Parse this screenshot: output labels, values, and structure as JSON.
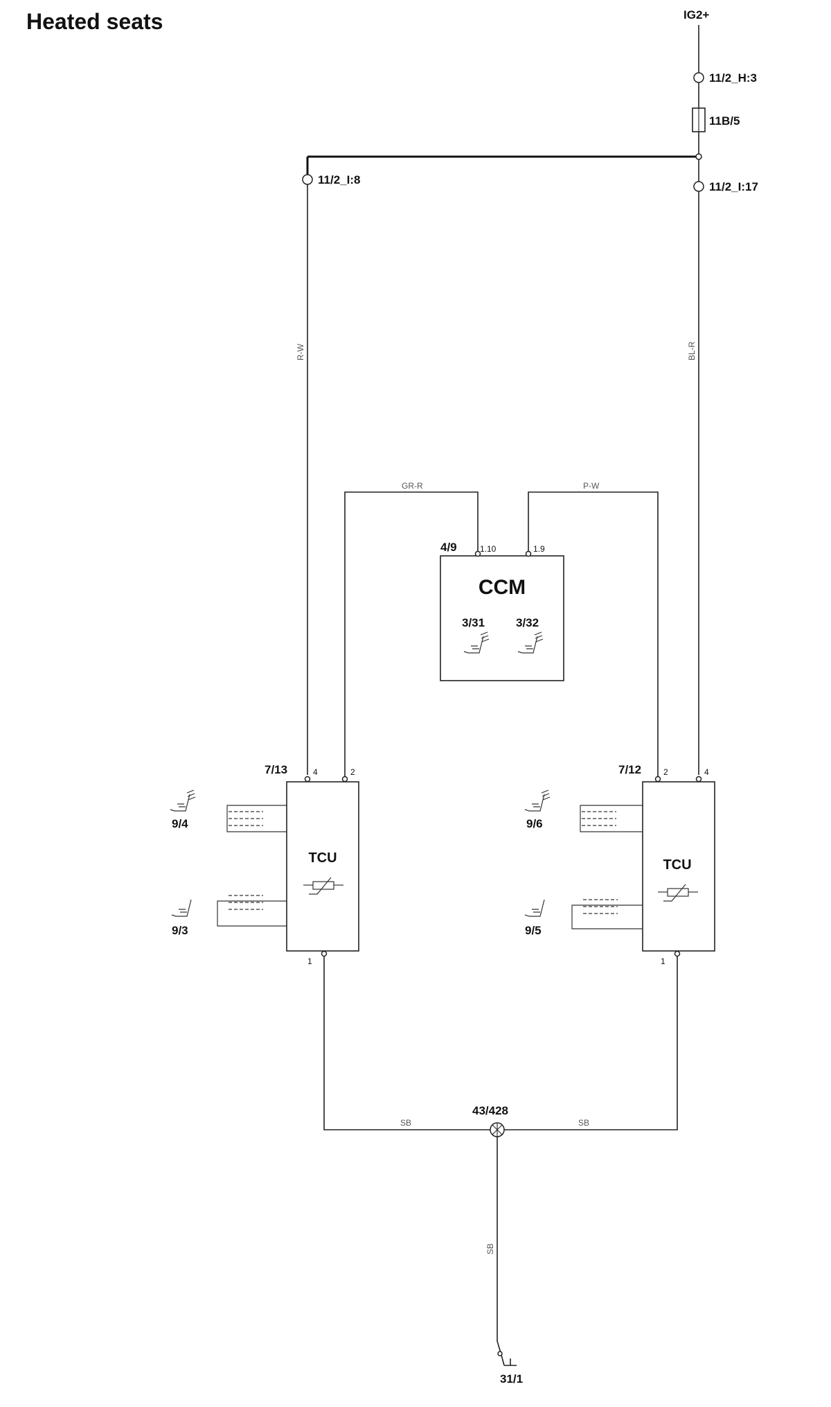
{
  "title": "Heated seats",
  "supply": {
    "label": "IG2+"
  },
  "connectors": {
    "c_h3": "11/2_H:3",
    "fuse": "11B/5",
    "c_i8": "11/2_I:8",
    "c_i17": "11/2_I:17"
  },
  "wires": {
    "left_feed": "R-W",
    "right_feed": "BL-R",
    "left_signal": "GR-R",
    "right_signal": "P-W",
    "ground_left": "SB",
    "ground_right": "SB",
    "ground_main": "SB"
  },
  "ccm": {
    "ref": "4/9",
    "name": "CCM",
    "pin_left": "1.10",
    "pin_right": "1.9",
    "switch_left": "3/31",
    "switch_right": "3/32"
  },
  "tcu_left": {
    "ref": "7/13",
    "name": "TCU",
    "pin_feed": "4",
    "pin_signal": "2",
    "pin_ground": "1",
    "backrest": "9/4",
    "cushion": "9/3"
  },
  "tcu_right": {
    "ref": "7/12",
    "name": "TCU",
    "pin_feed": "4",
    "pin_signal": "2",
    "pin_ground": "1",
    "backrest": "9/6",
    "cushion": "9/5"
  },
  "ground_point": {
    "ref": "43/428"
  },
  "ground_terminal": {
    "ref": "31/1"
  }
}
